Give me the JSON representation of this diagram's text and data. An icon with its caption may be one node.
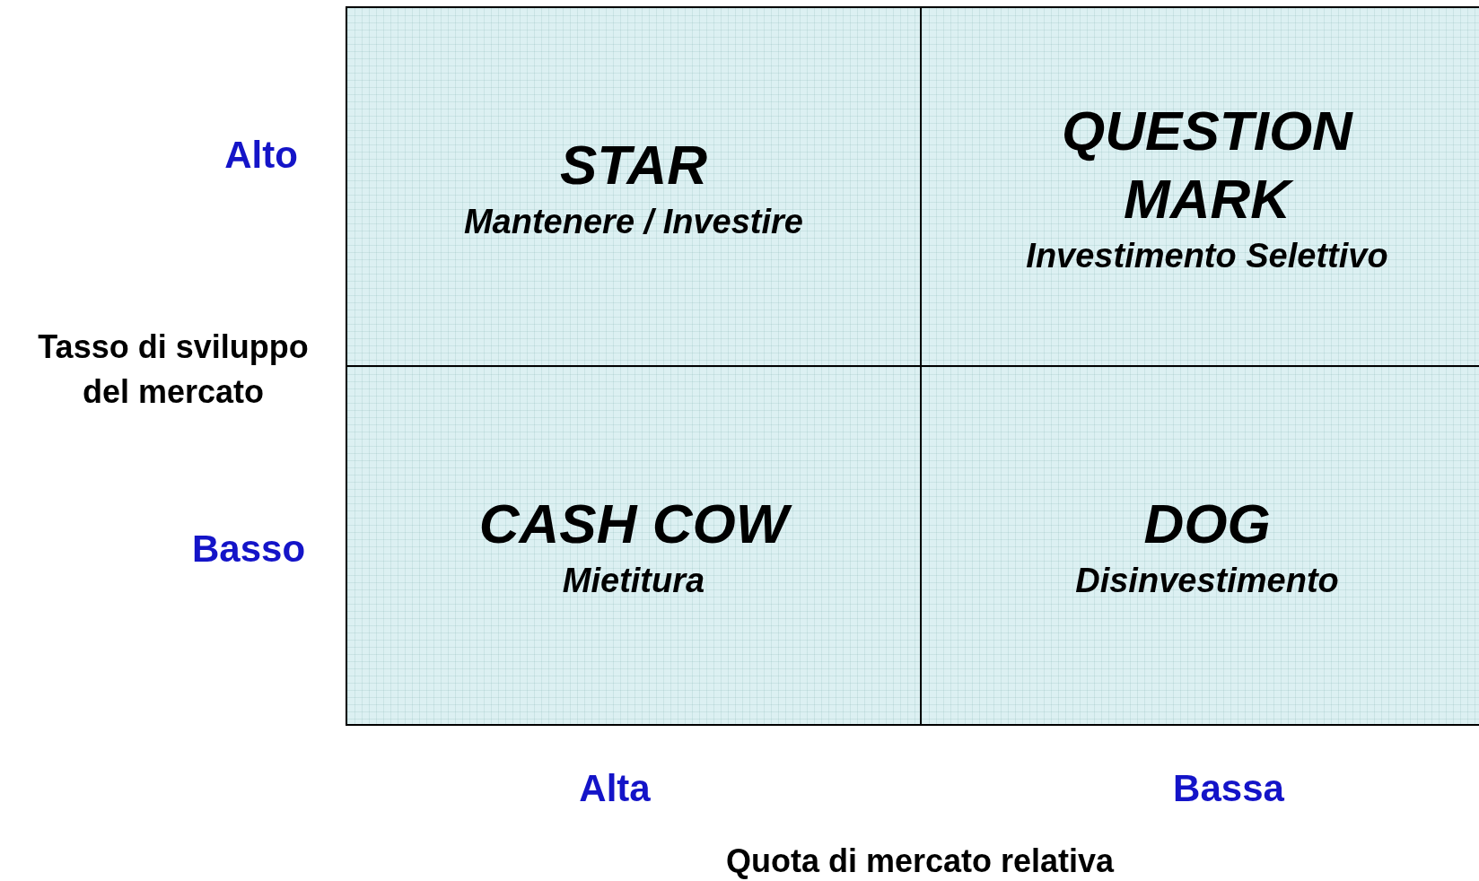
{
  "diagram": {
    "nodes": [
      {
        "text": [
          "STAR",
          "Mantenere / Investire"
        ]
      },
      {
        "text": [
          "QUESTION MARK",
          "Investimento Selettivo"
        ]
      },
      {
        "text": [
          "CASH COW",
          "Mietitura"
        ]
      },
      {
        "text": [
          "DOG",
          "Disinvestimento"
        ]
      }
    ],
    "labels": [
      "Alto",
      "Tasso di sviluppo del mercato",
      "Basso",
      "Alta",
      "Bassa",
      "Quota di mercato relativa"
    ]
  }
}
